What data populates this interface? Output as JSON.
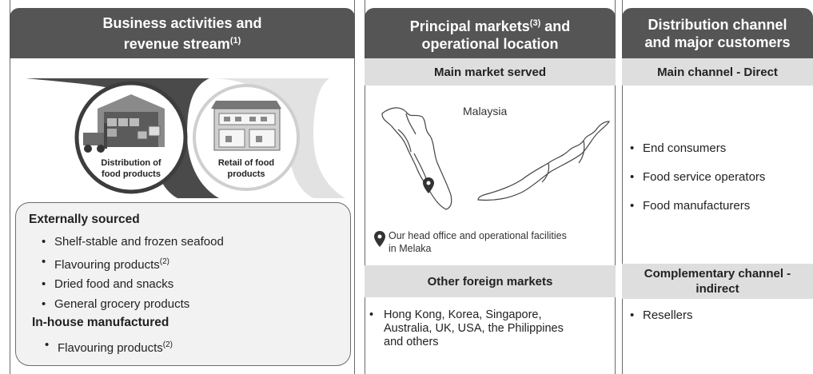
{
  "columns": [
    {
      "header": "Business activities and revenue stream",
      "header_line1": "Business activities and",
      "header_line2": "revenue stream",
      "header_sup": "(1)"
    },
    {
      "header_line1": "Principal markets",
      "header_sup": "(3)",
      "header_line1_end": " and",
      "header_line2": "operational location"
    },
    {
      "header_line1": "Distribution channel",
      "header_line2": "and major customers"
    }
  ],
  "activities": {
    "distribution_label_line1": "Distribution of",
    "distribution_label_line2": "food products",
    "retail_label_line1": "Retail of food",
    "retail_label_line2": "products"
  },
  "externally_sourced": {
    "title": "Externally sourced",
    "items": [
      {
        "text": "Shelf-stable and frozen seafood",
        "sup": ""
      },
      {
        "text": "Flavouring products",
        "sup": "(2)"
      },
      {
        "text": "Dried food and snacks",
        "sup": ""
      },
      {
        "text": "General grocery products",
        "sup": ""
      }
    ]
  },
  "in_house": {
    "title": "In-house manufactured",
    "items": [
      {
        "text": "Flavouring products",
        "sup": "(2)"
      }
    ]
  },
  "markets": {
    "main_title": "Main market served",
    "map_label": "Malaysia",
    "head_office_line1": "Our head office and operational facilities",
    "head_office_line2": "in Melaka",
    "foreign_title": "Other foreign markets",
    "foreign_line1": "Hong Kong, Korea, Singapore,",
    "foreign_line2": "Australia, UK, USA, the Philippines",
    "foreign_line3": "and others"
  },
  "channels": {
    "direct_title": "Main channel - Direct",
    "direct_items": [
      "End consumers",
      "Food service operators",
      "Food manufacturers"
    ],
    "indirect_title_line1": "Complementary channel -",
    "indirect_title_line2": "indirect",
    "indirect_items": [
      "Resellers"
    ]
  },
  "colors": {
    "header_bg": "#555555",
    "subheader_bg": "#dedede",
    "box_bg": "#f2f2f2"
  },
  "icons": [
    "warehouse-forklift-icon",
    "retail-shelves-icon",
    "location-pin-icon",
    "malaysia-map-icon"
  ]
}
